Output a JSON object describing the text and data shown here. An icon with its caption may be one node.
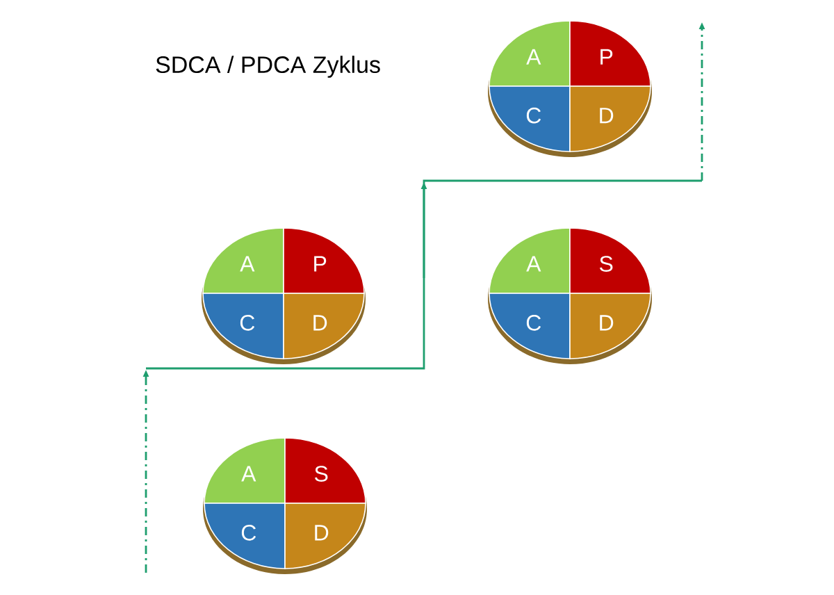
{
  "diagram": {
    "title": "SDCA / PDCA Zyklus",
    "nodes": [
      {
        "text": [],
        "shape": "circle"
      },
      {
        "text": [
          "A"
        ],
        "in": 0
      },
      {
        "text": [
          "P"
        ],
        "in": 0
      },
      {
        "text": [
          "C"
        ],
        "in": 0
      },
      {
        "text": [
          "D"
        ],
        "in": 0
      },
      {
        "text": [],
        "shape": "circle"
      },
      {
        "text": [
          "A"
        ],
        "in": 5
      },
      {
        "text": [
          "P"
        ],
        "in": 5
      },
      {
        "text": [
          "C"
        ],
        "in": 5
      },
      {
        "text": [
          "D"
        ],
        "in": 5
      },
      {
        "text": [],
        "shape": "circle"
      },
      {
        "text": [
          "A"
        ],
        "in": 10
      },
      {
        "text": [
          "S"
        ],
        "in": 10
      },
      {
        "text": [
          "C"
        ],
        "in": 10
      },
      {
        "text": [
          "D"
        ],
        "in": 10
      },
      {
        "text": [],
        "shape": "circle"
      },
      {
        "text": [
          "A"
        ],
        "in": 15
      },
      {
        "text": [
          "S"
        ],
        "in": 15
      },
      {
        "text": [
          "C"
        ],
        "in": 15
      },
      {
        "text": [
          "D"
        ],
        "in": 15
      }
    ],
    "edges": []
  }
}
